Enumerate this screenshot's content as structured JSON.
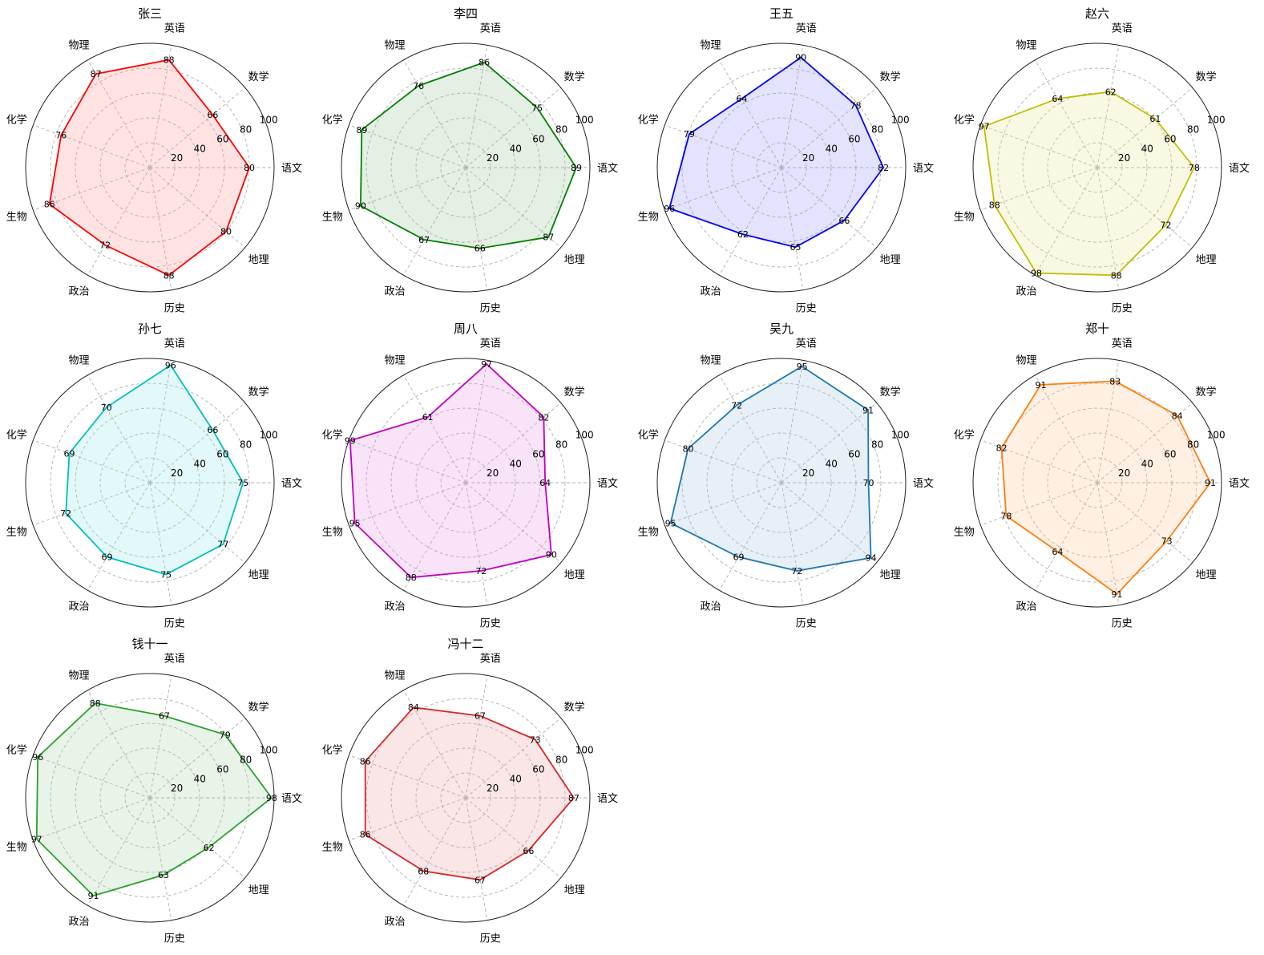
{
  "chart_data": [
    {
      "type": "radar",
      "title": "张三",
      "color": "#ff0000",
      "fill_color": "#ff8f8f",
      "categories": [
        "语文",
        "数学",
        "英语",
        "物理",
        "化学",
        "生物",
        "政治",
        "历史",
        "地理"
      ],
      "values": [
        80,
        66,
        88,
        87,
        76,
        86,
        72,
        88,
        80
      ],
      "radial_ticks": [
        "20",
        "40",
        "60",
        "80",
        "100"
      ],
      "rlim": [
        0,
        100
      ],
      "grid": true
    },
    {
      "type": "radar",
      "title": "李四",
      "color": "#008000",
      "fill_color": "#8fc58f",
      "categories": [
        "语文",
        "数学",
        "英语",
        "物理",
        "化学",
        "生物",
        "政治",
        "历史",
        "地理"
      ],
      "values": [
        89,
        75,
        86,
        76,
        89,
        90,
        67,
        66,
        87
      ],
      "radial_ticks": [
        "20",
        "40",
        "60",
        "80",
        "100"
      ],
      "rlim": [
        0,
        100
      ],
      "grid": true
    },
    {
      "type": "radar",
      "title": "王五",
      "color": "#0000ff",
      "fill_color": "#8f8fff",
      "categories": [
        "语文",
        "数学",
        "英语",
        "物理",
        "化学",
        "生物",
        "政治",
        "历史",
        "地理"
      ],
      "values": [
        82,
        78,
        90,
        64,
        79,
        96,
        62,
        65,
        66
      ],
      "radial_ticks": [
        "20",
        "40",
        "60",
        "80",
        "100"
      ],
      "rlim": [
        0,
        100
      ],
      "grid": true
    },
    {
      "type": "radar",
      "title": "赵六",
      "color": "#bfbf00",
      "fill_color": "#e3e38f",
      "categories": [
        "语文",
        "数学",
        "英语",
        "物理",
        "化学",
        "生物",
        "政治",
        "历史",
        "地理"
      ],
      "values": [
        78,
        61,
        62,
        64,
        97,
        88,
        98,
        88,
        72
      ],
      "radial_ticks": [
        "20",
        "40",
        "60",
        "80",
        "100"
      ],
      "rlim": [
        0,
        100
      ],
      "grid": true
    },
    {
      "type": "radar",
      "title": "孙七",
      "color": "#00bfbf",
      "fill_color": "#8fe3e3",
      "categories": [
        "语文",
        "数学",
        "英语",
        "物理",
        "化学",
        "生物",
        "政治",
        "历史",
        "地理"
      ],
      "values": [
        75,
        66,
        96,
        70,
        69,
        72,
        69,
        75,
        77
      ],
      "radial_ticks": [
        "20",
        "40",
        "60",
        "80",
        "100"
      ],
      "rlim": [
        0,
        100
      ],
      "grid": true
    },
    {
      "type": "radar",
      "title": "周八",
      "color": "#bf00bf",
      "fill_color": "#e38fe3",
      "categories": [
        "语文",
        "数学",
        "英语",
        "物理",
        "化学",
        "生物",
        "政治",
        "历史",
        "地理"
      ],
      "values": [
        64,
        82,
        97,
        61,
        99,
        95,
        88,
        72,
        90
      ],
      "radial_ticks": [
        "20",
        "40",
        "60",
        "80",
        "100"
      ],
      "rlim": [
        0,
        100
      ],
      "grid": true
    },
    {
      "type": "radar",
      "title": "吴九",
      "color": "#1f77b4",
      "fill_color": "#a0c4e0",
      "categories": [
        "语文",
        "数学",
        "英语",
        "物理",
        "化学",
        "生物",
        "政治",
        "历史",
        "地理"
      ],
      "values": [
        70,
        91,
        95,
        72,
        80,
        95,
        69,
        72,
        94
      ],
      "radial_ticks": [
        "20",
        "40",
        "60",
        "80",
        "100"
      ],
      "rlim": [
        0,
        100
      ],
      "grid": true
    },
    {
      "type": "radar",
      "title": "郑十",
      "color": "#ff7f0e",
      "fill_color": "#ffc48f",
      "categories": [
        "语文",
        "数学",
        "英语",
        "物理",
        "化学",
        "生物",
        "政治",
        "历史",
        "地理"
      ],
      "values": [
        91,
        84,
        83,
        91,
        82,
        78,
        64,
        91,
        73
      ],
      "radial_ticks": [
        "20",
        "40",
        "60",
        "80",
        "100"
      ],
      "rlim": [
        0,
        100
      ],
      "grid": true
    },
    {
      "type": "radar",
      "title": "钱十一",
      "color": "#2ca02c",
      "fill_color": "#a3d4a3",
      "categories": [
        "语文",
        "数学",
        "英语",
        "物理",
        "化学",
        "生物",
        "政治",
        "历史",
        "地理"
      ],
      "values": [
        98,
        79,
        67,
        88,
        96,
        97,
        91,
        63,
        62
      ],
      "radial_ticks": [
        "20",
        "40",
        "60",
        "80",
        "100"
      ],
      "rlim": [
        0,
        100
      ],
      "grid": true
    },
    {
      "type": "radar",
      "title": "冯十二",
      "color": "#d62728",
      "fill_color": "#ec9a9a",
      "categories": [
        "语文",
        "数学",
        "英语",
        "物理",
        "化学",
        "生物",
        "政治",
        "历史",
        "地理"
      ],
      "values": [
        87,
        73,
        67,
        84,
        86,
        86,
        68,
        67,
        66
      ],
      "radial_ticks": [
        "20",
        "40",
        "60",
        "80",
        "100"
      ],
      "rlim": [
        0,
        100
      ],
      "grid": true
    }
  ]
}
